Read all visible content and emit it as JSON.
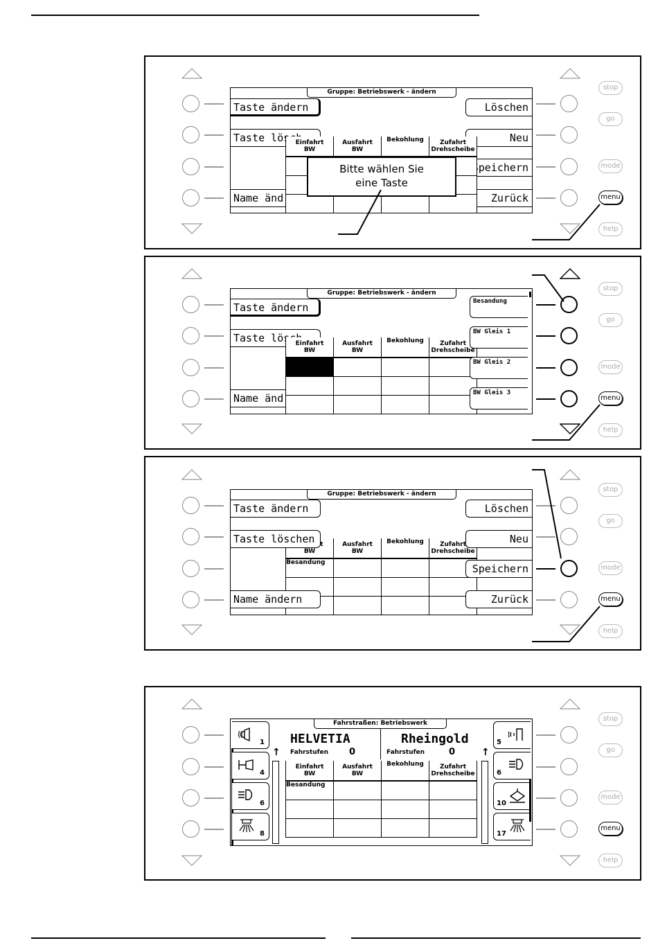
{
  "page": {
    "rules_top": "",
    "rules_bottom": ""
  },
  "pills": [
    "stop",
    "go",
    "mode",
    "menu",
    "help"
  ],
  "panel1": {
    "title": "Gruppe: Betriebswerk - ändern",
    "left_keys": [
      "Taste ändern",
      "Taste lösch",
      "",
      "Name änd"
    ],
    "right_keys": [
      "Löschen",
      "Neu",
      "Speichern",
      "Zurück"
    ],
    "table_headers": [
      [
        "Einfahrt",
        "BW"
      ],
      [
        "Ausfahrt",
        "BW"
      ],
      [
        "Bekohlung",
        ""
      ],
      [
        "Zufahrt",
        "Drehscheibe"
      ]
    ],
    "popup_line1": "Bitte wählen Sie",
    "popup_line2": "eine Taste"
  },
  "panel2": {
    "title": "Gruppe: Betriebswerk - ändern",
    "left_keys": [
      "Taste ändern",
      "Taste lösch",
      "",
      "Name änd"
    ],
    "right_list": [
      "Besandung",
      "BW Gleis 1",
      "BW Gleis 2",
      "BW Gleis 3"
    ],
    "table_headers": [
      [
        "Einfahrt",
        "BW"
      ],
      [
        "Ausfahrt",
        "BW"
      ],
      [
        "Bekohlung",
        ""
      ],
      [
        "Zufahrt",
        "Drehscheibe"
      ]
    ]
  },
  "panel3": {
    "title": "Gruppe: Betriebswerk - ändern",
    "left_keys": [
      "Taste ändern",
      "Taste löschen",
      "",
      "Name ändern"
    ],
    "right_keys": [
      "Löschen",
      "Neu",
      "Speichern",
      "Zurück"
    ],
    "table_headers": [
      [
        "rt",
        "BW"
      ],
      [
        "Ausfahrt",
        "BW"
      ],
      [
        "Bekohlung",
        ""
      ],
      [
        "Zufahrt",
        "Drehscheibe"
      ]
    ],
    "cell_text": "Besandung"
  },
  "panel4": {
    "title": "Fahrstraßen: Betriebswerk",
    "loco_left": "HELVETIA",
    "loco_right": "Rheingold",
    "speed_label": "Fahrstufen",
    "speed_left": "0",
    "speed_right": "0",
    "table_headers": [
      [
        "Einfahrt",
        "BW"
      ],
      [
        "Ausfahrt",
        "BW"
      ],
      [
        "Bekohlung",
        ""
      ],
      [
        "Zufahrt",
        "Drehscheibe"
      ]
    ],
    "cell_text": "Besandung",
    "left_fn_numbers": [
      "1",
      "4",
      "6",
      "8"
    ],
    "right_fn_numbers": [
      "5",
      "6",
      "10",
      "17"
    ],
    "left_fn_icons": [
      "horn-icon",
      "whistle-icon",
      "headlight-icon",
      "cab-light-icon"
    ],
    "right_fn_icons": [
      "pantograph-icon",
      "headlight-icon",
      "coupler-icon",
      "cab-light-icon"
    ]
  }
}
